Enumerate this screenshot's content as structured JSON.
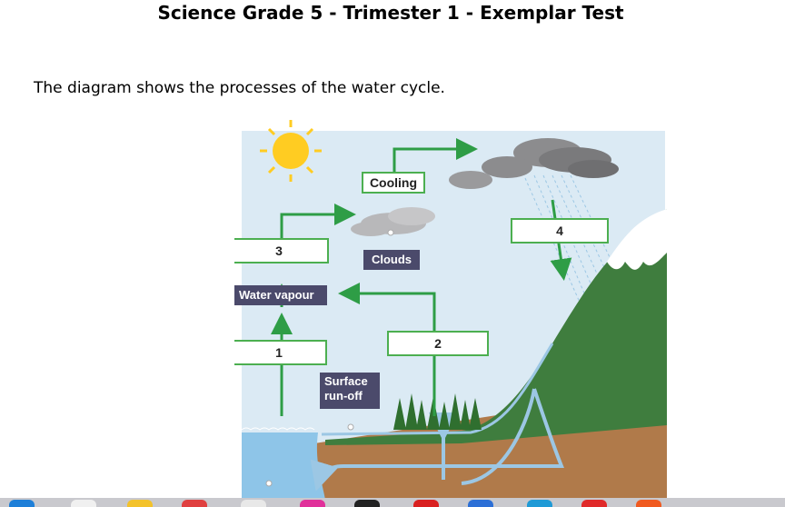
{
  "document": {
    "title": "Science Grade 5 - Trimester 1 - Exemplar Test",
    "intro": "The diagram shows the processes of the water cycle."
  },
  "diagram": {
    "labels": {
      "cooling": "Cooling",
      "clouds": "Clouds",
      "water_vapour": "Water vapour",
      "surface_runoff_line1": "Surface",
      "surface_runoff_line2": "run-off"
    },
    "answer_boxes": {
      "box1": "1",
      "box2": "2",
      "box3": "3",
      "box4": "4"
    }
  },
  "colors": {
    "arrow_green": "#2e9d46",
    "sky": "#dbeaf4",
    "mountain": "#3f7d3e",
    "soil": "#b07a4a",
    "water": "#8ec5e8",
    "label_dark": "#4b4a6b"
  },
  "taskbar": {
    "icons": [
      "windows-icon",
      "folder-icon",
      "chrome-icon",
      "opera-icon",
      "file-icon",
      "app-icon",
      "app-icon",
      "app-icon",
      "app-icon",
      "app-icon",
      "app-icon",
      "app-icon"
    ]
  }
}
